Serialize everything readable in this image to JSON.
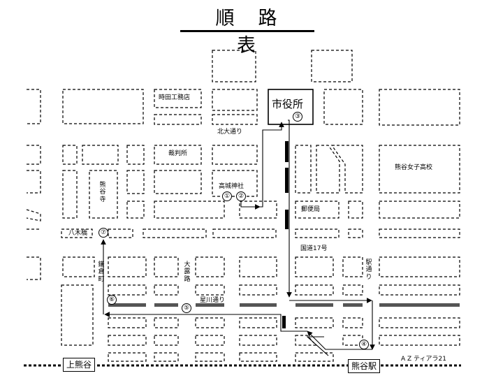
{
  "title": "順路表",
  "labels": {
    "tokida": "時田工務店",
    "shiyakusho": "市役所",
    "kitaodori": "北大通り",
    "saibansho": "裁判所",
    "takashiro": "高城神社",
    "kumagaya_ji": "熊谷寺",
    "yuubinkyoku": "郵便局",
    "joshi": "熊谷女子高校",
    "yagibashi": "八木橋",
    "kokudo": "国道17号",
    "kamakuramachi": "鎌倉町",
    "ohirozi": "大露路",
    "hoshikawa": "星川通り",
    "ekidori": "駅通り",
    "azu": "A Z ティアラ21"
  },
  "stations": {
    "kamikumagaya": "上熊谷",
    "kumagaya": "熊谷駅"
  },
  "route_markers": {
    "m1": "①",
    "m2": "②",
    "m3": "③",
    "m4": "④",
    "m5": "⑤",
    "m6": "⑥",
    "m7": "⑦"
  }
}
